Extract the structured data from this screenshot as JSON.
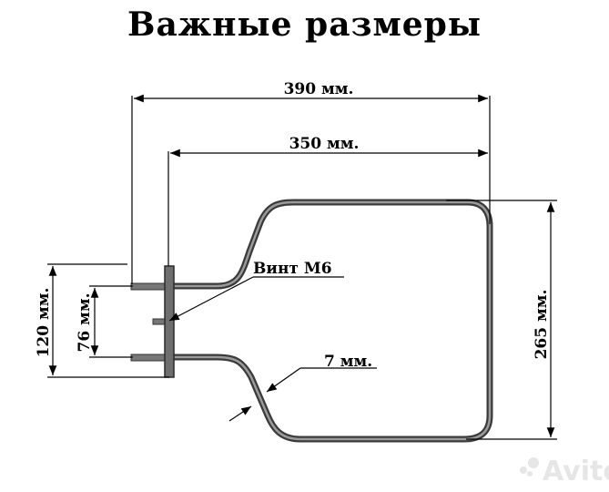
{
  "title": "Важные размеры",
  "labels": {
    "width_outer": "390 мм.",
    "width_inner": "350 мм.",
    "height_total": "265 мм.",
    "flange_height": "120 мм.",
    "terminal_spacing": "76 мм.",
    "screw": "Винт М6",
    "tube_diameter": "7 мм."
  },
  "watermark": "Avito"
}
